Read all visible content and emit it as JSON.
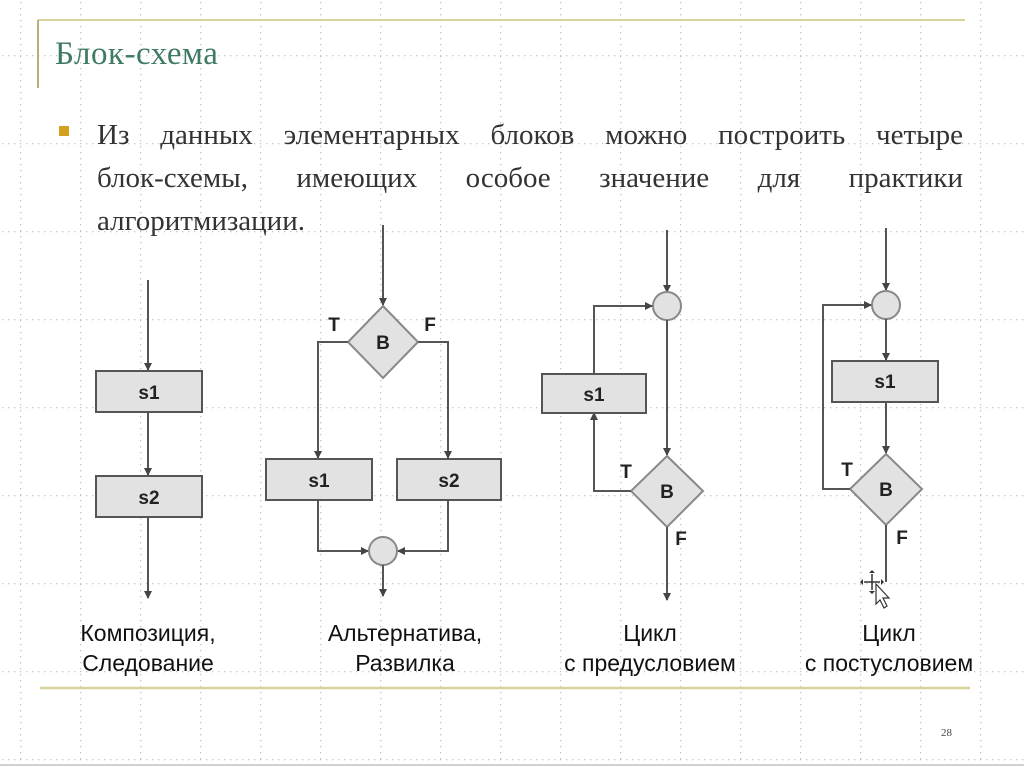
{
  "slide": {
    "title": "Блок-схема",
    "bullet_lines": [
      "Из данных элементарных блоков можно построить четыре",
      "блок-схемы, имеющих особое значение для практики",
      "алгоритмизации."
    ],
    "page_number": "28",
    "colors": {
      "title": "#3f7a62",
      "bullet": "#d2a21c",
      "rule": "#d9d29a",
      "block_fill": "#e2e2e2",
      "line": "#555555"
    }
  },
  "diagrams": [
    {
      "id": "composition",
      "blocks": [
        "s1",
        "s2"
      ],
      "caption": [
        "Композиция,",
        "Следование"
      ]
    },
    {
      "id": "alternative",
      "condition": "B",
      "true_label": "T",
      "false_label": "F",
      "blocks": [
        "s1",
        "s2"
      ],
      "caption": [
        "Альтернатива,",
        "Развилка"
      ]
    },
    {
      "id": "while-loop",
      "condition": "B",
      "true_label": "T",
      "false_label": "F",
      "blocks": [
        "s1"
      ],
      "caption": [
        "Цикл",
        "с предусловием"
      ]
    },
    {
      "id": "do-while-loop",
      "condition": "B",
      "true_label": "T",
      "false_label": "F",
      "blocks": [
        "s1"
      ],
      "caption": [
        "Цикл",
        "с постусловием"
      ]
    }
  ]
}
